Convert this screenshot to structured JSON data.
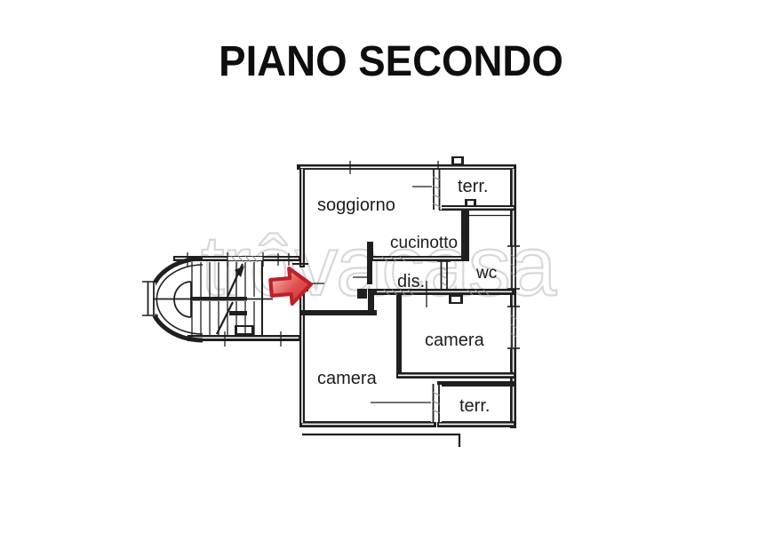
{
  "title": "PIANO SECONDO",
  "watermark": "trôvacasa",
  "rooms": {
    "soggiorno": "soggiorno",
    "cucinotto": "cucinotto",
    "terr_top": "terr.",
    "wc": "wc",
    "dis": "dis.",
    "camera_right": "camera",
    "camera_left": "camera",
    "terr_bottom": "terr."
  },
  "colors": {
    "wall": "#1f1f1f",
    "arrow_outline": "#bf2026",
    "arrow_fill": "#e15050",
    "watermark": "#d6d6d6",
    "background": "#ffffff"
  }
}
